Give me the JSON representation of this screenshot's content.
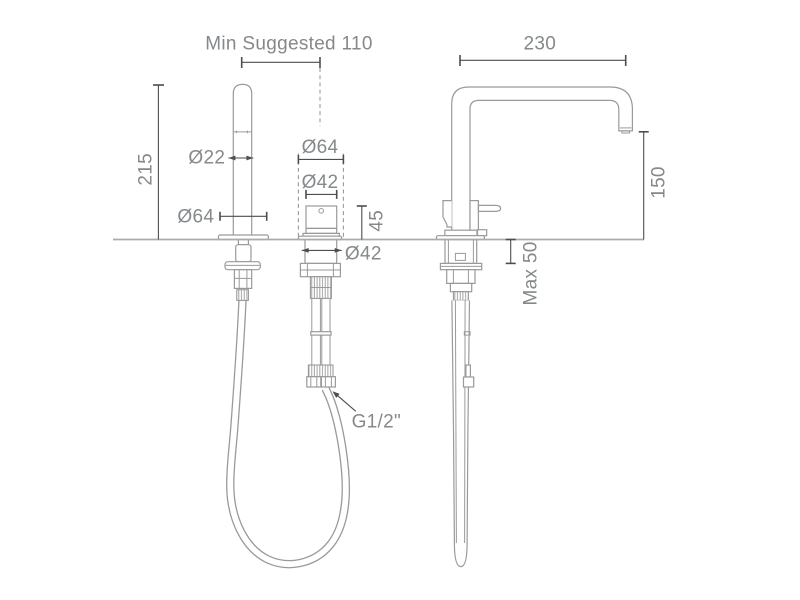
{
  "labels": {
    "min_suggested": "Min Suggested 110",
    "spout_reach": "230",
    "spray_height": "215",
    "spray_diameter": "Ø22",
    "spray_flange_diameter": "Ø64",
    "mixer_trim_diameter": "Ø64",
    "mixer_body_diameter": "Ø42",
    "mixer_height_above_bench": "45",
    "mixer_shank_diameter": "Ø42",
    "spout_outlet_height": "150",
    "bench_thickness": "Max 50",
    "hose_thread": "G1/2\""
  },
  "colors": {
    "background": "#ffffff",
    "outline": "#9a9a9a",
    "dimension_lines": "#4d4d4d",
    "label_text": "#85898b",
    "bench_line": "#ababab"
  }
}
